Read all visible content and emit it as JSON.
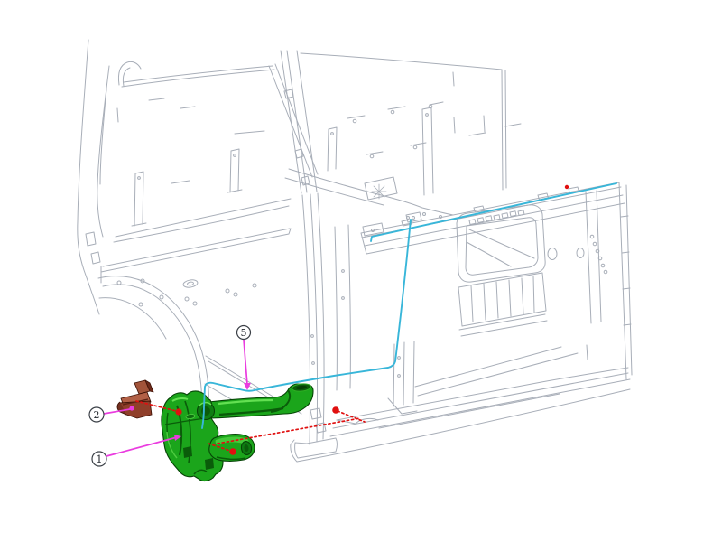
{
  "diagram": {
    "type": "parts-assembly-diagram",
    "subject": "truck-cab-body-in-white with mounting bracket, clip and harness routing",
    "background": "#ffffff"
  },
  "callouts": [
    {
      "label": "1",
      "points_to": "main-bracket"
    },
    {
      "label": "2",
      "points_to": "clip-bracket"
    },
    {
      "label": "5",
      "points_to": "harness-routing-line"
    }
  ],
  "colors": {
    "lineart_gray": "#a8aeb8",
    "lineart_dark": "#8a919c",
    "part_green": "#1ba51b",
    "part_green_dark": "#0a5c0a",
    "part_green_light": "#5ddb4c",
    "part_green_outline": "#064406",
    "clip_brown": "#8f3f2a",
    "clip_brown_light": "#b26046",
    "clip_outline": "#401408",
    "harness_cyan": "#38b6d9",
    "fastener_red": "#e01010",
    "leader_magenta": "#ea3cdf",
    "badge_stroke": "#3a3f46"
  }
}
